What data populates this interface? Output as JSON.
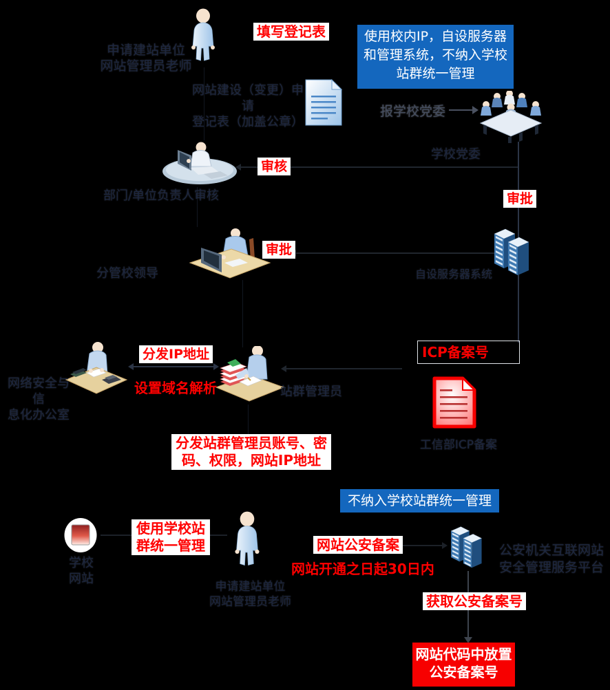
{
  "colors": {
    "background": "#000000",
    "process_blue": "#1467BE",
    "alert_red_box": "#F70000",
    "red_text": "#FF0000",
    "dark_role_text": "#1D2740",
    "white": "#FFFFFF"
  },
  "roles": {
    "applicant_top": {
      "line1": "申请建站单位",
      "line2": "网站管理员老师"
    },
    "form_note": {
      "line1": "网站建设（变更）申请",
      "line2": "登记表（加盖公章）"
    },
    "party_committee": "学校党委",
    "dept_head": "部门/单位负责人审核",
    "school_leader": "分管校领导",
    "self_server": "自设服务器系统",
    "icp_doc": "工信部ICP备案",
    "net_office": {
      "line1": "网络安全与信",
      "line2": "息化办公室"
    },
    "cluster_admin": "站群管理员",
    "school_site": {
      "line1": "学校",
      "line2": "网站"
    },
    "applicant_bottom": {
      "line1": "申请建站单位",
      "line2": "网站管理员老师"
    },
    "police_platform": {
      "line1": "公安机关互联网站",
      "line2": "安全管理服务平台"
    }
  },
  "actions": {
    "fill_form": "填写登记表",
    "report_committee": "报学校党委",
    "review": "审核",
    "approve_mid": "审批",
    "approve_right": "审批",
    "icp_number": "ICP备案号",
    "distribute_ip": "分发IP地址",
    "set_dns": "设置域名解析",
    "distribute_account_line1": "分发站群管理员账号、密",
    "distribute_account_line2": "码、权限，网站IP地址",
    "use_cluster_line1": "使用学校站",
    "use_cluster_line2": "群统一管理",
    "police_filing": "网站公安备案",
    "within_30_days": "网站开通之日起30日内",
    "get_police_number": "获取公安备案号"
  },
  "callouts": {
    "self_hosted_line1": "使用校内IP，自设服务器",
    "self_hosted_line2": "和管理系统，不纳入学校",
    "self_hosted_line3": "站群统一管理",
    "not_in_cluster": "不纳入学校站群统一管理",
    "place_code_line1": "网站代码中放置",
    "place_code_line2": "公安备案号"
  }
}
